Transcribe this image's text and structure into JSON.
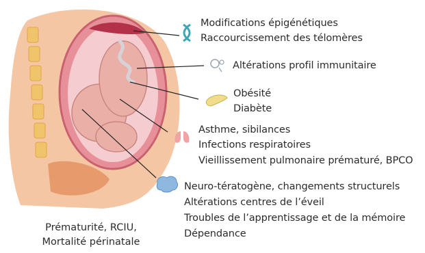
{
  "groups": {
    "epigenetics": [
      "Modifications épigénétiques",
      "Raccourcissement des télomères"
    ],
    "immune": [
      "Altérations profil immunitaire"
    ],
    "metabolic": [
      "Obésité",
      "Diabète"
    ],
    "respiratory": [
      "Asthme, sibilances",
      "Infections respiratoires",
      "Vieillissement pulmonaire prématuré, BPCO"
    ],
    "neuro": [
      "Neuro-tératogène, changements structurels",
      "Altérations centres de l’éveil",
      "Troubles de l’apprentissage et de la mémoire",
      "Dépendance"
    ]
  },
  "caption": [
    "Prématurité, RCIU,",
    "Mortalité périnatale"
  ],
  "icons": {
    "epigenetics": "dna-icon",
    "immune": "immune-cell-icon",
    "metabolic": "pancreas-icon",
    "respiratory": "lungs-icon",
    "neuro": "brain-icon"
  },
  "colors": {
    "skin": "#f4c6a4",
    "uterus": "#e8909a",
    "fetus": "#eab0a8",
    "spine": "#f0c46a",
    "dna": "#3aa6b8",
    "lungs": "#f2a4a4",
    "brain": "#8fb8e0",
    "pancreas": "#f0dc8a"
  }
}
